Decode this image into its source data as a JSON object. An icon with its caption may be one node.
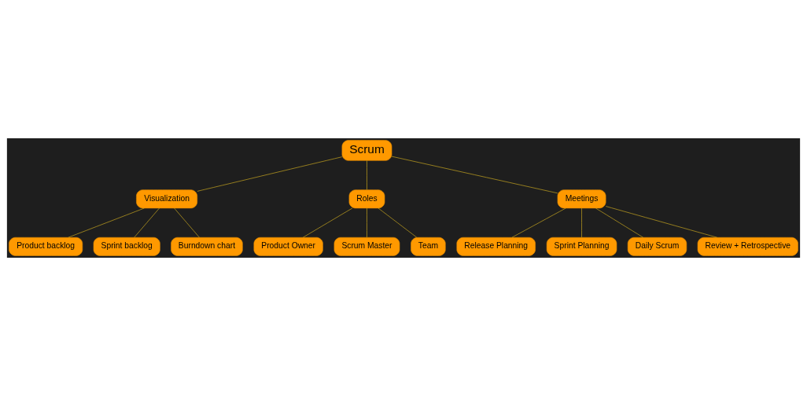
{
  "diagram": {
    "nodes": [
      {
        "text": [
          "Scrum"
        ]
      },
      {
        "text": [
          "Product backlog"
        ]
      },
      {
        "text": [
          "Sprint backlog"
        ]
      },
      {
        "text": [
          "Burndown chart"
        ]
      },
      {
        "text": [
          "Visualization"
        ]
      },
      {
        "text": [
          "Roles"
        ]
      },
      {
        "text": [
          "Product Owner"
        ]
      },
      {
        "text": [
          "Scrum Master"
        ]
      },
      {
        "text": [
          "Team"
        ]
      },
      {
        "text": [
          "Meetings"
        ]
      },
      {
        "text": [
          "Release Planning"
        ]
      },
      {
        "text": [
          "Sprint Planning"
        ]
      },
      {
        "text": [
          "Daily Scrum"
        ]
      },
      {
        "text": [
          "Review + Retrospective"
        ]
      }
    ],
    "edges": [
      {
        "from": 0,
        "to": 4,
        "arrow": "none"
      },
      {
        "from": 0,
        "to": 5,
        "arrow": "none"
      },
      {
        "from": 0,
        "to": 9,
        "arrow": "none"
      },
      {
        "from": 4,
        "to": 1,
        "arrow": "none"
      },
      {
        "from": 4,
        "to": 2,
        "arrow": "none"
      },
      {
        "from": 4,
        "to": 3,
        "arrow": "none"
      },
      {
        "from": 5,
        "to": 6,
        "arrow": "none"
      },
      {
        "from": 5,
        "to": 7,
        "arrow": "none"
      },
      {
        "from": 5,
        "to": 8,
        "arrow": "none"
      },
      {
        "from": 9,
        "to": 10,
        "arrow": "none"
      },
      {
        "from": 9,
        "to": 11,
        "arrow": "none"
      },
      {
        "from": 9,
        "to": 12,
        "arrow": "none"
      },
      {
        "from": 9,
        "to": 13,
        "arrow": "none"
      }
    ]
  }
}
